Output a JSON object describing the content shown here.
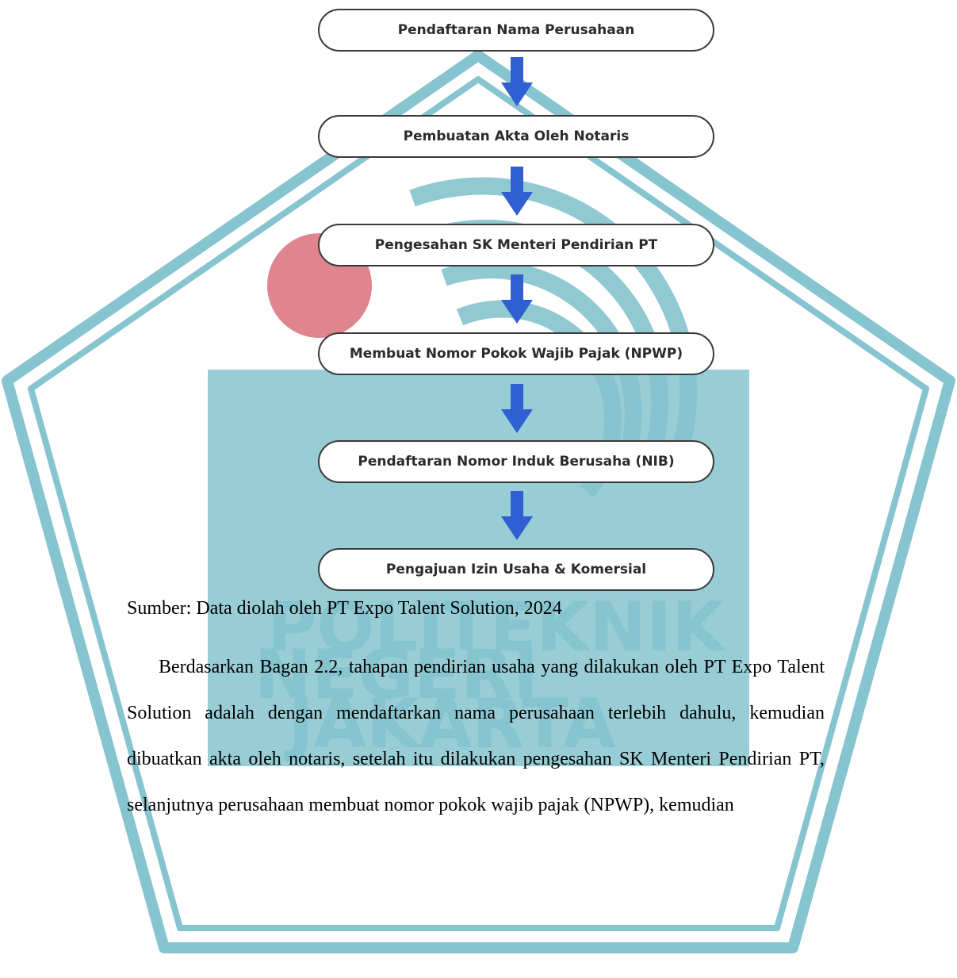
{
  "flowchart": {
    "steps": [
      "Pendaftaran Nama Perusahaan",
      "Pembuatan Akta Oleh Notaris",
      "Pengesahan SK Menteri Pendirian PT",
      "Membuat Nomor Pokok Wajib Pajak (NPWP)",
      "Pendaftaran Nomor Induk Berusaha (NIB)",
      "Pengajuan Izin Usaha & Komersial"
    ],
    "arrow_color": "#2f5fd0"
  },
  "watermark": {
    "lines": [
      "POLITEKNIK",
      "NEGERI",
      "JAKARTA"
    ],
    "color": "#86c4cf",
    "accent_color": "#e0848e"
  },
  "document": {
    "source": "Sumber: Data diolah oleh PT Expo Talent Solution, 2024",
    "paragraph": "Berdasarkan Bagan 2.2, tahapan pendirian usaha yang dilakukan oleh PT Expo Talent Solution adalah dengan mendaftarkan nama perusahaan terlebih dahulu, kemudian dibuatkan akta oleh notaris, setelah itu dilakukan pengesahan SK Menteri Pendirian PT, selanjutnya perusahaan membuat nomor pokok wajib pajak (NPWP), kemudian"
  }
}
